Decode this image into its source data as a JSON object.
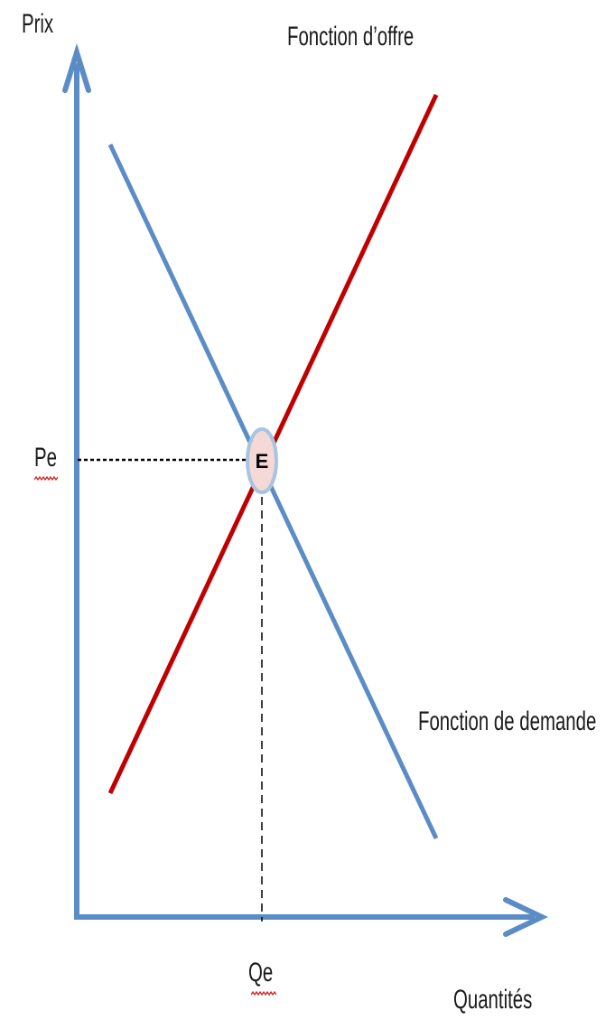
{
  "axes": {
    "y_label": "Prix",
    "x_label": "Quantités",
    "color": "#5b8cc6"
  },
  "supply": {
    "label": "Fonction d’offre",
    "color": "#c00000"
  },
  "demand": {
    "label": "Fonction de demande",
    "color": "#5b8cc6"
  },
  "equilibrium": {
    "point_label": "E",
    "price_label": "Pe",
    "quantity_label": "Qe",
    "fill": "#f4d9d6",
    "stroke": "#a9c3e3"
  },
  "spellcheck_color": "#d22020"
}
